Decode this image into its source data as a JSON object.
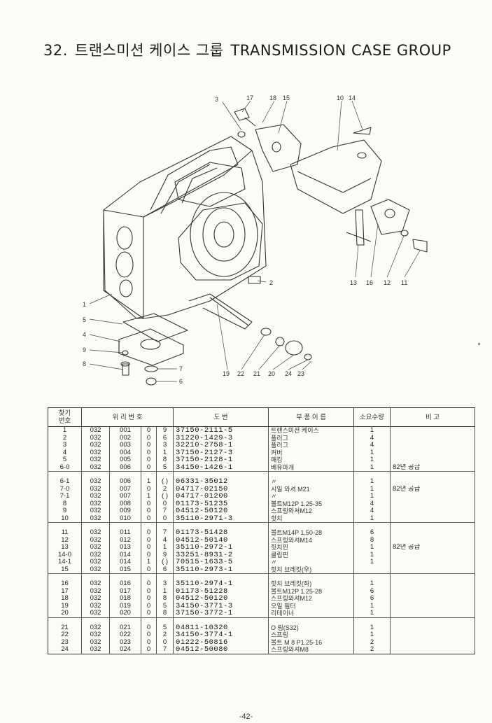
{
  "title": {
    "number": "32.",
    "korean": "트랜스미션 케이스 그룹",
    "english": "TRANSMISSION CASE GROUP"
  },
  "diagram": {
    "callouts": [
      "3",
      "17",
      "18",
      "15",
      "10",
      "14",
      "13",
      "16",
      "12",
      "11",
      "2",
      "1",
      "5",
      "4",
      "9",
      "8",
      "7",
      "6",
      "19",
      "22",
      "21",
      "20",
      "24",
      "23"
    ]
  },
  "table": {
    "headers": {
      "ref": "찾기\n번호",
      "code": "위 리 번 호",
      "drawing": "도 번",
      "name": "부 품 이 름",
      "qty": "소요수량",
      "remark": "비 고"
    },
    "rows": [
      {
        "ref": "1",
        "g": "032",
        "s": "001",
        "a": "0",
        "b": "9",
        "pn": "37150-2111-5",
        "name": "트랜스미션 케이스",
        "qty": "1",
        "remark": ""
      },
      {
        "ref": "2",
        "g": "032",
        "s": "002",
        "a": "0",
        "b": "6",
        "pn": "31220-1429-3",
        "name": "플러그",
        "qty": "4",
        "remark": ""
      },
      {
        "ref": "3",
        "g": "032",
        "s": "003",
        "a": "0",
        "b": "3",
        "pn": "32210-2758-1",
        "name": "플러그",
        "qty": "4",
        "remark": ""
      },
      {
        "ref": "4",
        "g": "032",
        "s": "004",
        "a": "0",
        "b": "1",
        "pn": "37150-2127-3",
        "name": "커버",
        "qty": "1",
        "remark": ""
      },
      {
        "ref": "5",
        "g": "032",
        "s": "005",
        "a": "0",
        "b": "8",
        "pn": "37150-2128-1",
        "name": "패킹",
        "qty": "1",
        "remark": ""
      },
      {
        "ref": "6-0",
        "g": "032",
        "s": "006",
        "a": "0",
        "b": "5",
        "pn": "34150-1426-1",
        "name": "배유마개",
        "qty": "1",
        "remark": "82년 공급"
      },
      {
        "ref": "6-1",
        "g": "032",
        "s": "006",
        "a": "1",
        "b": "( )",
        "pn": "06331-35012",
        "name": "〃",
        "qty": "1",
        "remark": ""
      },
      {
        "ref": "7-0",
        "g": "032",
        "s": "007",
        "a": "0",
        "b": "2",
        "pn": "04717-02150",
        "name": "시일 와셔 M21",
        "qty": "1",
        "remark": "82년 공급"
      },
      {
        "ref": "7-1",
        "g": "032",
        "s": "007",
        "a": "1",
        "b": "( )",
        "pn": "04717-01200",
        "name": "〃",
        "qty": "1",
        "remark": ""
      },
      {
        "ref": "8",
        "g": "032",
        "s": "008",
        "a": "0",
        "b": "0",
        "pn": "01173-51235",
        "name": "볼트M12P 1.25-35",
        "qty": "4",
        "remark": ""
      },
      {
        "ref": "9",
        "g": "032",
        "s": "009",
        "a": "0",
        "b": "7",
        "pn": "04512-50120",
        "name": "스프링와셔M12",
        "qty": "4",
        "remark": ""
      },
      {
        "ref": "10",
        "g": "032",
        "s": "010",
        "a": "0",
        "b": "0",
        "pn": "35110-2971-3",
        "name": "힛치",
        "qty": "1",
        "remark": ""
      },
      {
        "ref": "11",
        "g": "032",
        "s": "011",
        "a": "0",
        "b": "7",
        "pn": "01173-51428",
        "name": "볼트M14P 1.50-28",
        "qty": "6",
        "remark": ""
      },
      {
        "ref": "12",
        "g": "032",
        "s": "012",
        "a": "0",
        "b": "4",
        "pn": "04512-50140",
        "name": "스프링와셔M14",
        "qty": "8",
        "remark": ""
      },
      {
        "ref": "13",
        "g": "032",
        "s": "013",
        "a": "0",
        "b": "1",
        "pn": "35110-2972-1",
        "name": "힛치핀",
        "qty": "1",
        "remark": "82년 공급"
      },
      {
        "ref": "14-0",
        "g": "032",
        "s": "014",
        "a": "0",
        "b": "9",
        "pn": "33251-8931-2",
        "name": "클립핀",
        "qty": "1",
        "remark": ""
      },
      {
        "ref": "14-1",
        "g": "032",
        "s": "014",
        "a": "1",
        "b": "( )",
        "pn": "70515-1633-5",
        "name": "〃",
        "qty": "1",
        "remark": ""
      },
      {
        "ref": "15",
        "g": "032",
        "s": "015",
        "a": "0",
        "b": "6",
        "pn": "35110-2973-1",
        "name": "힛치 브레킷(우)",
        "qty": "",
        "remark": ""
      },
      {
        "ref": "16",
        "g": "032",
        "s": "016",
        "a": "0",
        "b": "3",
        "pn": "35110-2974-1",
        "name": "힛치 브레킷(좌)",
        "qty": "1",
        "remark": ""
      },
      {
        "ref": "17",
        "g": "032",
        "s": "017",
        "a": "0",
        "b": "1",
        "pn": "01173-51228",
        "name": "볼트M12P 1.25-28",
        "qty": "6",
        "remark": ""
      },
      {
        "ref": "18",
        "g": "032",
        "s": "018",
        "a": "0",
        "b": "8",
        "pn": "04512-50120",
        "name": "스프링와셔M12",
        "qty": "6",
        "remark": ""
      },
      {
        "ref": "19",
        "g": "032",
        "s": "019",
        "a": "0",
        "b": "5",
        "pn": "34150-3771-3",
        "name": "오일 필터",
        "qty": "1",
        "remark": ""
      },
      {
        "ref": "20",
        "g": "032",
        "s": "020",
        "a": "0",
        "b": "8",
        "pn": "37150-3772-1",
        "name": "리테이너",
        "qty": "1",
        "remark": ""
      },
      {
        "ref": "21",
        "g": "032",
        "s": "021",
        "a": "0",
        "b": "5",
        "pn": "04811-10320",
        "name": "O 링(S32)",
        "qty": "1",
        "remark": ""
      },
      {
        "ref": "22",
        "g": "032",
        "s": "022",
        "a": "0",
        "b": "2",
        "pn": "34150-3774-1",
        "name": "스프링",
        "qty": "1",
        "remark": ""
      },
      {
        "ref": "23",
        "g": "032",
        "s": "023",
        "a": "0",
        "b": "0",
        "pn": "01222-50816",
        "name": "볼트 M 8 P1.25-16",
        "qty": "2",
        "remark": ""
      },
      {
        "ref": "24",
        "g": "032",
        "s": "024",
        "a": "0",
        "b": "7",
        "pn": "04512-50080",
        "name": "스프링와셔M8",
        "qty": "2",
        "remark": ""
      }
    ]
  },
  "page_number": "-42-"
}
